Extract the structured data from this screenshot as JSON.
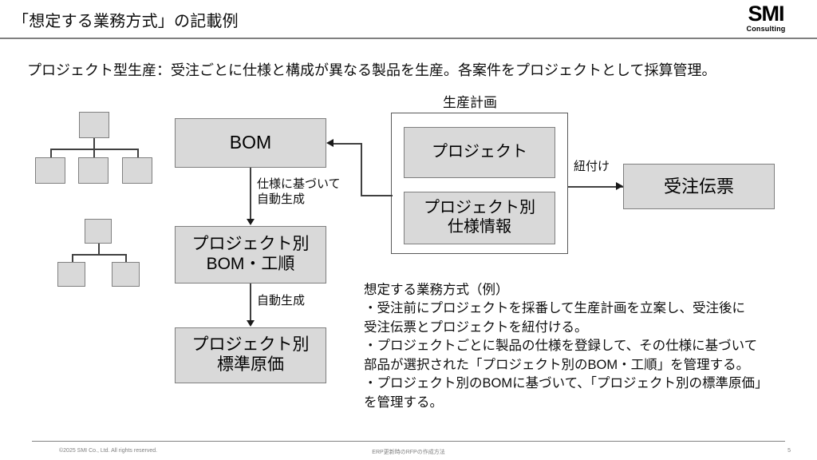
{
  "header": {
    "title": "「想定する業務方式」の記載例",
    "logo_main": "SMI",
    "logo_sub": "Consulting"
  },
  "intro": {
    "text": "プロジェクト型生産：受注ごとに仕様と構成が異なる製品を生産。各案件をプロジェクトとして採算管理。"
  },
  "diagram": {
    "bom_box": "BOM",
    "mid_box_line1": "プロジェクト別",
    "mid_box_line2": "BOM・工順",
    "cost_box_line1": "プロジェクト別",
    "cost_box_line2": "標準原価",
    "plan_group_label": "生産計画",
    "project_box": "プロジェクト",
    "spec_box_line1": "プロジェクト別",
    "spec_box_line2": "仕様情報",
    "order_box": "受注伝票",
    "edge_spec_line1": "仕様に基づいて",
    "edge_spec_line2": "自動生成",
    "edge_auto": "自動生成",
    "edge_link": "紐付け"
  },
  "notes": {
    "heading": "想定する業務方式（例）",
    "lines": [
      "・受注前にプロジェクトを採番して生産計画を立案し、受注後に",
      "受注伝票とプロジェクトを紐付ける。",
      "・プロジェクトごとに製品の仕様を登録して、その仕様に基づいて",
      "部品が選択された「プロジェクト別のBOM・工順」を管理する。",
      "・プロジェクト別のBOMに基づいて、「プロジェクト別の標準原価」",
      "を管理する。"
    ]
  },
  "footer": {
    "copyright": "©2025 SMI Co., Ltd. All rights reserved.",
    "document_title": "ERP更新時のRFPの作成方法",
    "page_number": "5"
  },
  "colors": {
    "box_fill": "#d9d9d9",
    "box_border": "#7f7f7f",
    "line": "#404040",
    "text": "#0d0d0d"
  }
}
